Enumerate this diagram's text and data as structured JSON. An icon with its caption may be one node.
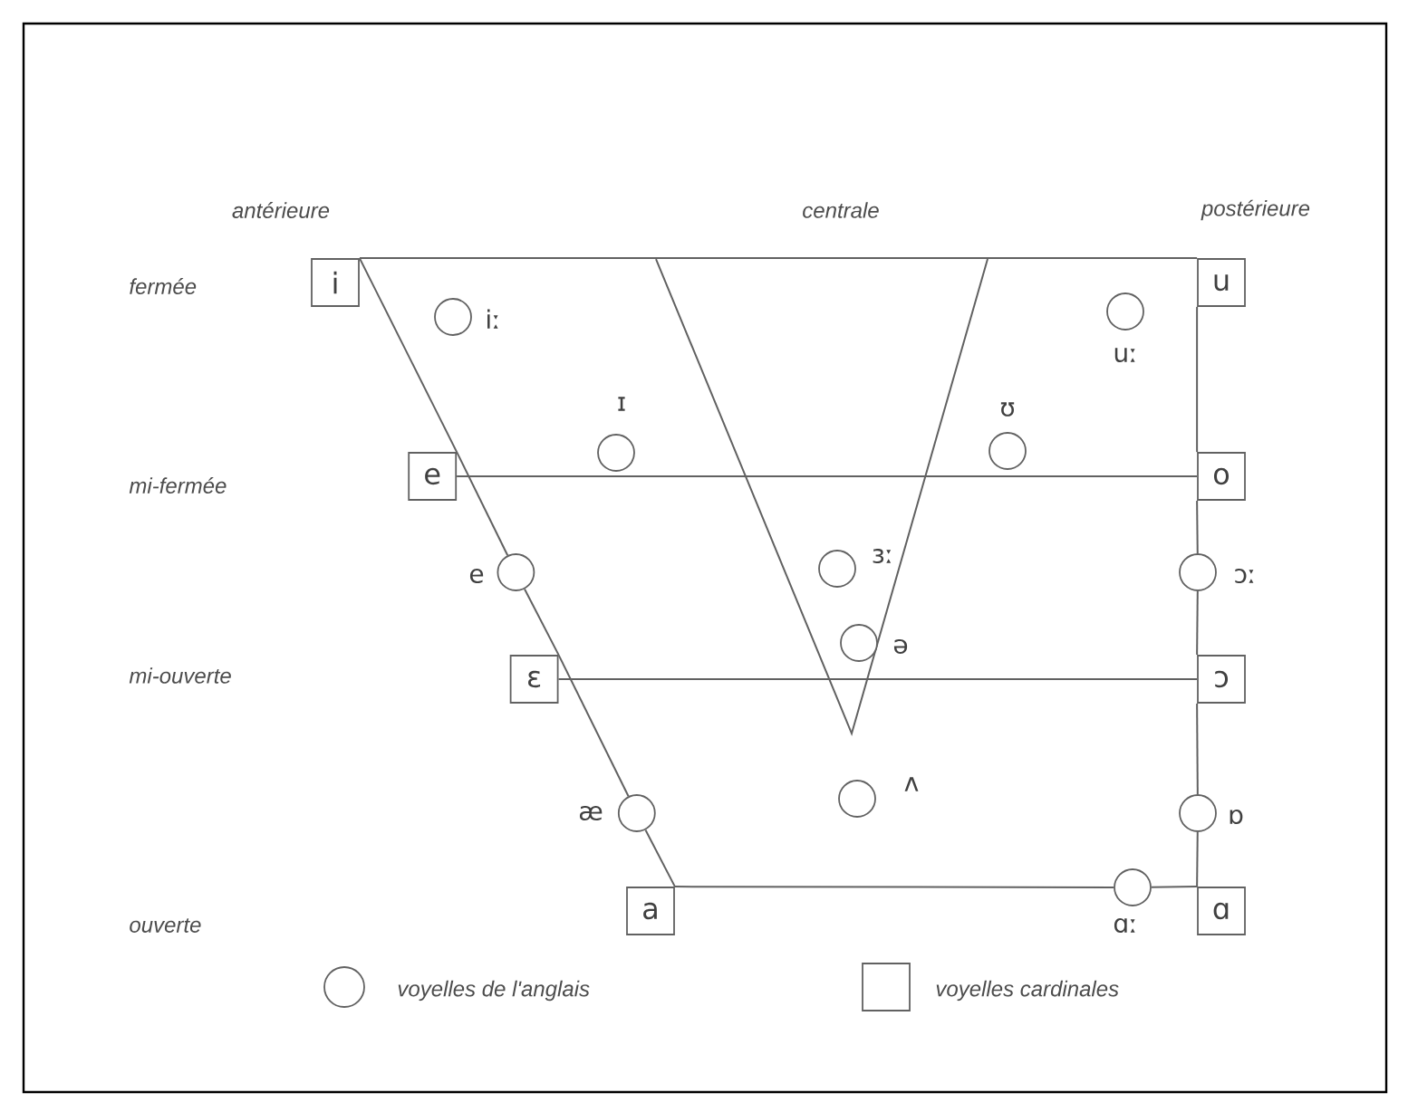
{
  "diagram": {
    "nodes": [
      {
        "text": [
          "i"
        ]
      },
      {
        "text": [
          "u"
        ]
      },
      {
        "text": [],
        "shape": "circle",
        "beside": [
          "iː"
        ]
      },
      {
        "text": [],
        "shape": "circle",
        "beside": [
          "uː"
        ]
      },
      {
        "text": [],
        "shape": "circle",
        "beside": [
          "ɪ"
        ]
      },
      {
        "text": [],
        "shape": "circle",
        "beside": [
          "ʊ"
        ]
      },
      {
        "text": [
          "e"
        ]
      },
      {
        "text": [
          "o"
        ]
      },
      {
        "text": [],
        "shape": "circle",
        "beside": [
          "e"
        ]
      },
      {
        "text": [],
        "shape": "circle",
        "beside": [
          "ɜː"
        ]
      },
      {
        "text": [],
        "shape": "circle",
        "beside": [
          "ɔː"
        ]
      },
      {
        "text": [],
        "shape": "circle",
        "beside": [
          "ə"
        ]
      },
      {
        "text": [
          "ɛ"
        ]
      },
      {
        "text": [
          "ɔ"
        ]
      },
      {
        "text": [],
        "shape": "circle",
        "beside": [
          "ʌ"
        ]
      },
      {
        "text": [],
        "shape": "circle",
        "beside": [
          "æ"
        ]
      },
      {
        "text": [],
        "shape": "circle",
        "beside": [
          "ɒ"
        ]
      },
      {
        "text": [
          "a"
        ]
      },
      {
        "text": [],
        "shape": "circle",
        "beside": [
          "ɑː"
        ]
      },
      {
        "text": [
          "ɑ"
        ]
      }
    ],
    "edges": [
      {
        "from": 0,
        "to": 1,
        "arrow": "none"
      },
      {
        "from": 0,
        "to": 6,
        "arrow": "none"
      },
      {
        "from": 6,
        "to": 8,
        "arrow": "none"
      },
      {
        "from": 8,
        "to": 12,
        "arrow": "none"
      },
      {
        "from": 12,
        "to": 15,
        "arrow": "none"
      },
      {
        "from": 15,
        "to": 17,
        "arrow": "none"
      },
      {
        "from": 1,
        "to": 7,
        "arrow": "none"
      },
      {
        "from": 7,
        "to": 10,
        "arrow": "none"
      },
      {
        "from": 10,
        "to": 13,
        "arrow": "none"
      },
      {
        "from": 13,
        "to": 16,
        "arrow": "none"
      },
      {
        "from": 16,
        "to": 19,
        "arrow": "none"
      },
      {
        "from": 6,
        "to": 7,
        "arrow": "none"
      },
      {
        "from": 12,
        "to": 13,
        "arrow": "none"
      },
      {
        "from": 17,
        "to": 18,
        "arrow": "none"
      },
      {
        "from": 18,
        "to": 19,
        "arrow": "none"
      }
    ],
    "labels": [
      "antérieure",
      "centrale",
      "postérieure",
      "fermée",
      "mi-fermée",
      "mi-ouverte",
      "ouverte"
    ],
    "legend": [
      {
        "text": "voyelles de l'anglais"
      },
      {
        "text": "voyelles cardinales"
      }
    ]
  }
}
